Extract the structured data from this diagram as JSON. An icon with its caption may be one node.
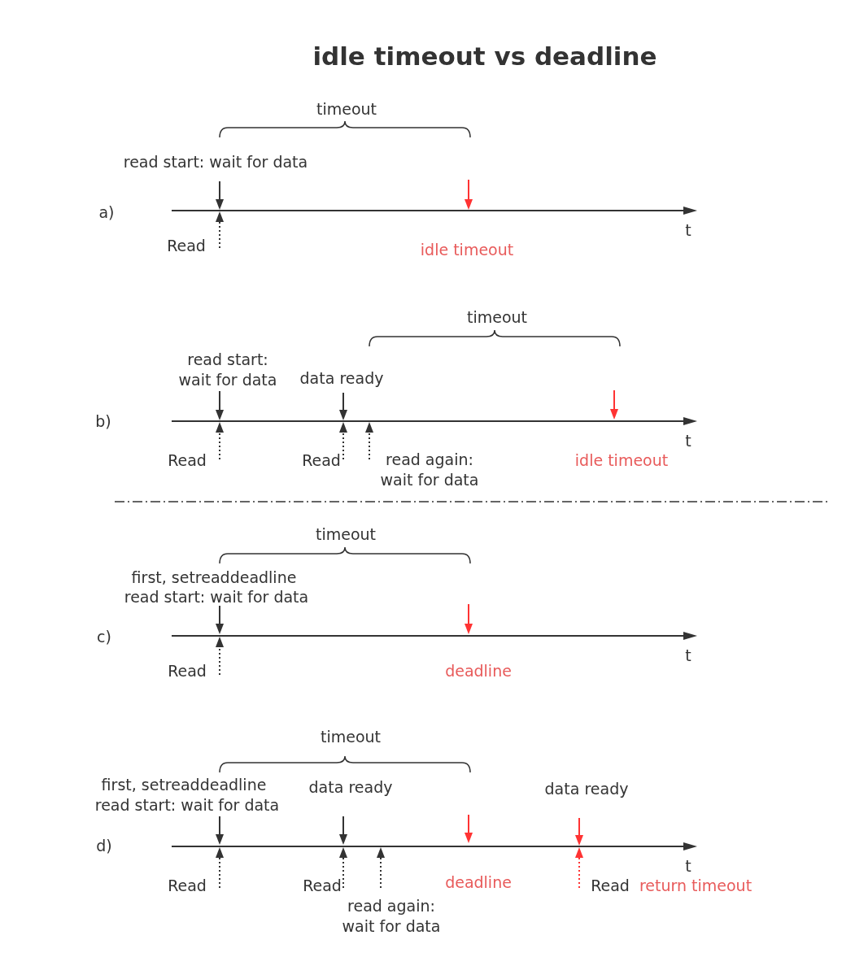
{
  "diagram": {
    "title": "idle timeout vs deadline",
    "labels": [
      "timeout",
      "read start: wait for data",
      "a)",
      "t",
      "Read",
      "idle timeout",
      "timeout",
      "read start: wait for data",
      "data ready",
      "b)",
      "t",
      "Read",
      "Read",
      "read again: wait for data",
      "idle timeout",
      "timeout",
      "first, setreaddeadline",
      "read start: wait for data",
      "c)",
      "t",
      "Read",
      "deadline",
      "timeout",
      "first, setreaddeadline",
      "read start: wait for data",
      "data ready",
      "data ready",
      "d)",
      "t",
      "Read",
      "Read",
      "read again: wait for data",
      "deadline",
      "Read",
      "return timeout"
    ]
  }
}
